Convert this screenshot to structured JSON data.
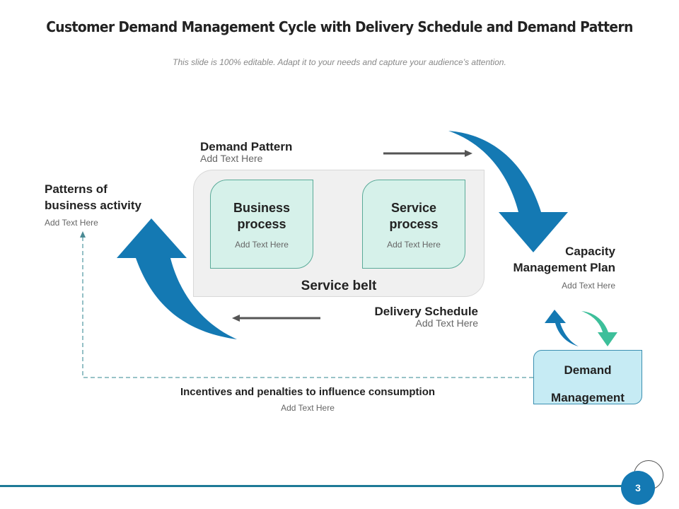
{
  "header": {
    "title": "Customer Demand Management Cycle with Delivery Schedule and Demand Pattern",
    "subtitle": "This slide is 100% editable. Adapt it to your needs and capture your audience’s attention."
  },
  "diagram": {
    "demand_pattern": {
      "title": "Demand Pattern",
      "text": "Add Text Here"
    },
    "patterns_business": {
      "title_line1": "Patterns of",
      "title_line2": "business activity",
      "text": "Add Text Here"
    },
    "service_belt": {
      "label": "Service belt",
      "boxes": [
        {
          "title_line1": "Business",
          "title_line2": "process",
          "text": "Add Text Here"
        },
        {
          "title_line1": "Service",
          "title_line2": "process",
          "text": "Add Text Here"
        }
      ]
    },
    "capacity_plan": {
      "title_line1": "Capacity",
      "title_line2": "Management Plan",
      "text": "Add Text Here"
    },
    "delivery_schedule": {
      "title": "Delivery Schedule",
      "text": "Add Text Here"
    },
    "demand_management": {
      "title_line1": "Demand",
      "title_line2": "Management"
    },
    "incentives": {
      "title": "Incentives and penalties to influence consumption",
      "text": "Add Text Here"
    }
  },
  "colors": {
    "arrow_blue": "#1479b3",
    "arrow_green": "#3dbf9a",
    "dashed_line": "#5b9fa8",
    "footer_line": "#1e7a97"
  },
  "footer": {
    "page_number": "3"
  }
}
